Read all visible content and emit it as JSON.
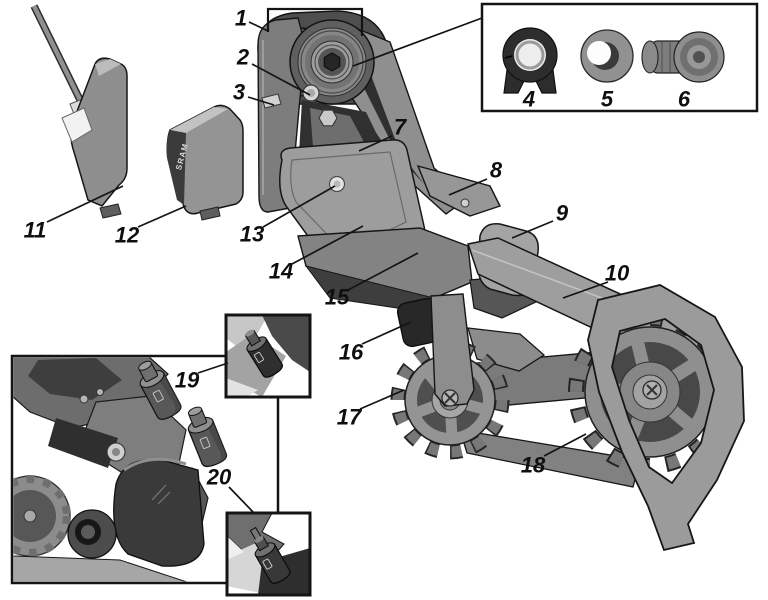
{
  "figure": {
    "kind": "exploded-parts-diagram"
  },
  "callouts": {
    "c1": "1",
    "c2": "2",
    "c3": "3",
    "c4": "4",
    "c5": "5",
    "c6": "6",
    "c7": "7",
    "c8": "8",
    "c9": "9",
    "c10": "10",
    "c11": "11",
    "c12": "12",
    "c13": "13",
    "c14": "14",
    "c15": "15",
    "c16": "16",
    "c17": "17",
    "c18": "18",
    "c19": "19",
    "c20": "20"
  },
  "battery": {
    "brand_text": "SRAM"
  },
  "colors": {
    "background": "#ffffff",
    "line_art": "#161616",
    "label": "#0f0f0f",
    "part_gray": "#8f8f8f",
    "part_dark": "#3a3a3a",
    "part_light": "#c9c9c9"
  }
}
